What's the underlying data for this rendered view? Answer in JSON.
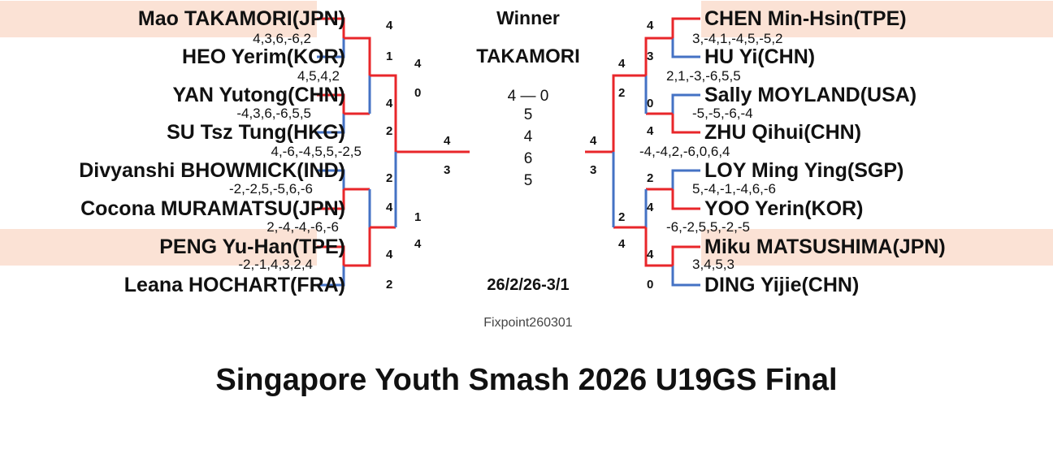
{
  "title": "Singapore Youth Smash 2026 U19GS Final",
  "center": {
    "winner_label": "Winner",
    "winner_name": "TAKAMORI",
    "final_score": "4 — 0",
    "final_games": [
      "5",
      "4",
      "6",
      "5"
    ],
    "dates": "26/2/26-3/1",
    "credit": "Fixpoint260301"
  },
  "colors": {
    "win_line": "#e8262a",
    "lose_line": "#4472c4",
    "highlight": "#fbe2d5"
  },
  "left": {
    "players": [
      "Mao TAKAMORI(JPN)",
      "HEO Yerim(KOR)",
      "YAN Yutong(CHN)",
      "SU Tsz Tung(HKG)",
      "Divyanshi BHOWMICK(IND)",
      "Cocona MURAMATSU(JPN)",
      "PENG Yu-Han(TPE)",
      "Leana HOCHART(FRA)"
    ],
    "game_scores": [
      "4,3,6,-6,2",
      "4,5,4,2",
      "-4,3,6,-6,5,5",
      "4,-6,-4,5,5,-2,5",
      "-2,-2,5,-5,6,-6",
      "2,-4,-4,-6,-6",
      "-2,-1,4,3,2,4"
    ],
    "r1_scores": [
      "4",
      "1",
      "4",
      "2",
      "2",
      "4",
      "4",
      "2"
    ],
    "qf_scores": [
      "4",
      "0",
      "1",
      "4"
    ],
    "sf_scores": [
      "4",
      "3"
    ]
  },
  "right": {
    "players": [
      "CHEN Min-Hsin(TPE)",
      "HU Yi(CHN)",
      "Sally MOYLAND(USA)",
      "ZHU Qihui(CHN)",
      "LOY Ming Ying(SGP)",
      "YOO Yerin(KOR)",
      "Miku MATSUSHIMA(JPN)",
      "DING Yijie(CHN)"
    ],
    "game_scores": [
      "3,-4,1,-4,5,-5,2",
      "2,1,-3,-6,5,5",
      "-5,-5,-6,-4",
      "-4,-4,2,-6,0,6,4",
      "5,-4,-1,-4,6,-6",
      "-6,-2,5,5,-2,-5",
      "3,4,5,3"
    ],
    "r1_scores": [
      "4",
      "3",
      "0",
      "4",
      "2",
      "4",
      "4",
      "0"
    ],
    "qf_scores": [
      "4",
      "2",
      "2",
      "4"
    ],
    "sf_scores": [
      "4",
      "3"
    ]
  }
}
